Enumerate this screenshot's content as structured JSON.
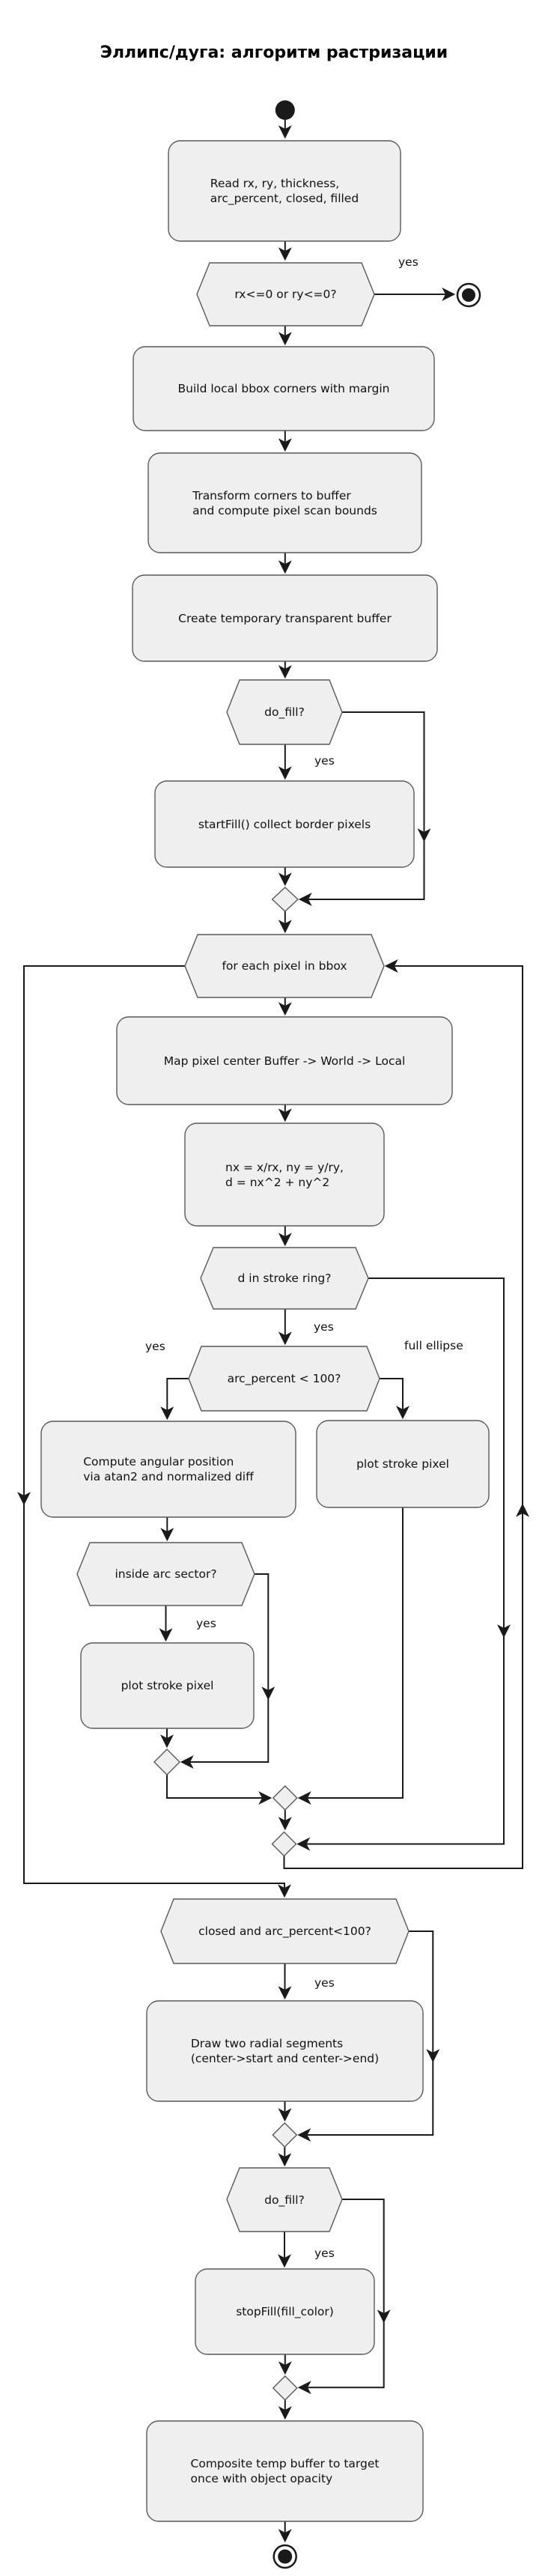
{
  "title": "Эллипс/дуга: алгоритм растризации",
  "colors": {
    "background": "#ffffff",
    "node_fill": "#efefef",
    "node_border": "#595959",
    "edge": "#1a1a1a",
    "text": "#111111"
  },
  "nodes": {
    "read_params": "Read rx, ry, thickness,\narc_percent, closed, filled",
    "check_radii": "rx<=0 or ry<=0?",
    "build_bbox": "Build local bbox corners with margin",
    "transform_corners": "Transform corners to buffer\nand compute pixel scan bounds",
    "create_buffer": "Create temporary transparent buffer",
    "do_fill_1": "do_fill?",
    "start_fill": "startFill() collect border pixels",
    "loop_pixels": "for each pixel in bbox",
    "map_pixel": "Map pixel center Buffer -> World -> Local",
    "compute_d": "nx = x/rx, ny = y/ry,\nd = nx^2 + ny^2",
    "ring_check": "d in stroke ring?",
    "arc_check": "arc_percent < 100?",
    "angular_pos": "Compute angular position\nvia atan2 and normalized diff",
    "plot_stroke_full": "plot stroke pixel",
    "sector_check": "inside arc sector?",
    "plot_stroke_arc": "plot stroke pixel",
    "closed_check": "closed and arc_percent<100?",
    "radial_segments": "Draw two radial segments\n(center->start and center->end)",
    "do_fill_2": "do_fill?",
    "stop_fill": "stopFill(fill_color)",
    "composite": "Composite temp buffer to target\nonce with object opacity"
  },
  "edge_labels": {
    "radii_yes": "yes",
    "fill1_yes": "yes",
    "ring_yes": "yes",
    "arc_yes": "yes",
    "arc_full": "full ellipse",
    "sector_yes": "yes",
    "closed_yes": "yes",
    "fill2_yes": "yes"
  }
}
